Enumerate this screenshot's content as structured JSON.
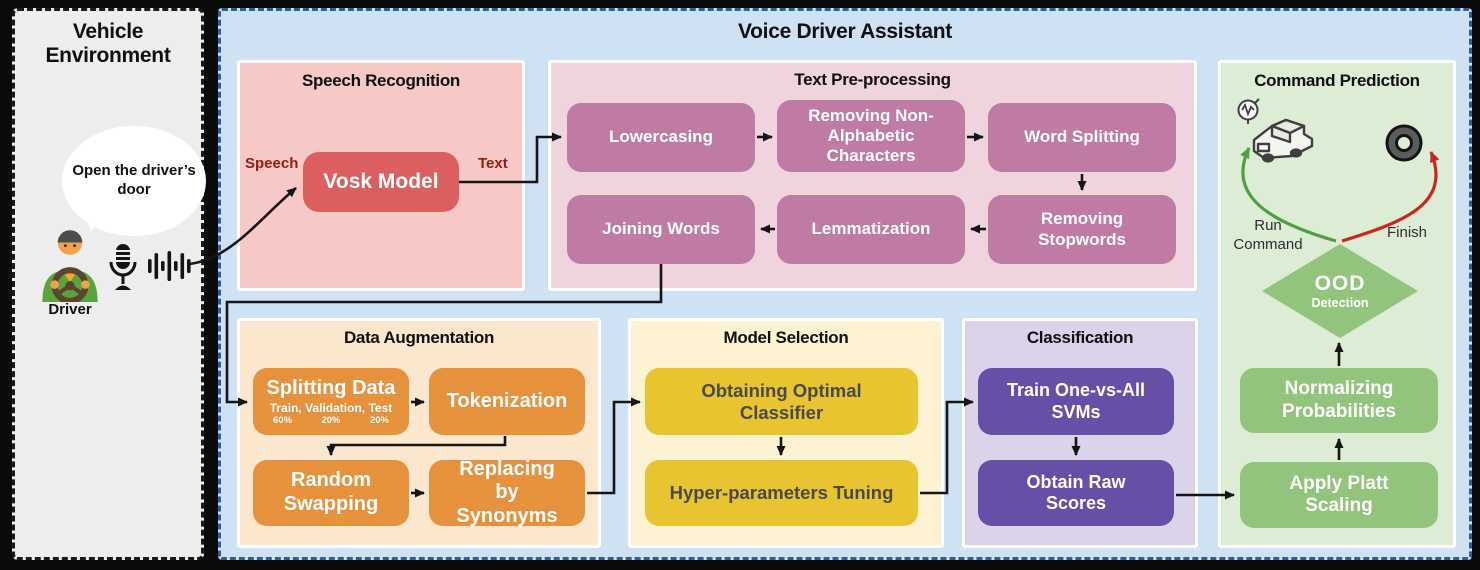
{
  "vehicle_environment": {
    "title": "Vehicle Environment",
    "speech_bubble": "Open the driver’s door",
    "driver_label": "Driver"
  },
  "assistant": {
    "title": "Voice Driver Assistant",
    "speech_recognition": {
      "title": "Speech Recognition",
      "input_label": "Speech",
      "output_label": "Text",
      "node": "Vosk Model"
    },
    "text_preprocessing": {
      "title": "Text Pre-processing",
      "nodes": [
        "Lowercasing",
        "Removing Non-Alphabetic Characters",
        "Word Splitting",
        "Joining Words",
        "Lemmatization",
        "Removing Stopwords"
      ]
    },
    "data_augmentation": {
      "title": "Data Augmentation",
      "splitting": {
        "label": "Splitting Data",
        "sub": "Train, Validation, Test",
        "pcts": [
          "60%",
          "20%",
          "20%"
        ]
      },
      "nodes": [
        "Tokenization",
        "Random Swapping",
        "Replacing by Synonyms"
      ]
    },
    "model_selection": {
      "title": "Model Selection",
      "nodes": [
        "Obtaining Optimal Classifier",
        "Hyper-parameters Tuning"
      ]
    },
    "classification": {
      "title": "Classification",
      "nodes": [
        "Train One-vs-All SVMs",
        "Obtain Raw Scores"
      ]
    },
    "command_prediction": {
      "title": "Command Prediction",
      "run_label": "Run Command",
      "finish_label": "Finish",
      "diamond_main": "OOD",
      "diamond_sub": "Detection",
      "nodes": [
        "Normalizing Probabilities",
        "Apply Platt Scaling"
      ]
    }
  },
  "icons": {
    "driver-avatar-icon": "svg person with steering wheel",
    "microphone-icon": "svg studio microphone",
    "audio-waveform-icon": "svg vertical bars",
    "car-icon": "svg car with voice badge",
    "voice-badge-icon": "svg circle waveform",
    "donut-wheel-icon": "svg dark ring"
  },
  "colors": {
    "outer_bg": "#0a0a0a",
    "vehicle_bg": "#ededed",
    "assistant_bg": "#cfe2f4",
    "assistant_border": "#2f5e9e",
    "speech_panel": "#f6c9c6",
    "vosk_node": "#dc5f60",
    "io_label": "#9a1c10",
    "preproc_panel": "#efd4de",
    "preproc_node": "#bf7ba4",
    "aug_panel": "#fbe7cd",
    "aug_node": "#e6923c",
    "model_panel": "#fdf3d2",
    "model_node": "#e9c431",
    "class_panel": "#dad3ea",
    "class_node": "#674ea7",
    "cmd_panel": "#ddecd5",
    "cmd_node": "#93c47d",
    "arrow": "#151515",
    "run_arrow": "#4ea042",
    "finish_arrow": "#cc261c"
  }
}
